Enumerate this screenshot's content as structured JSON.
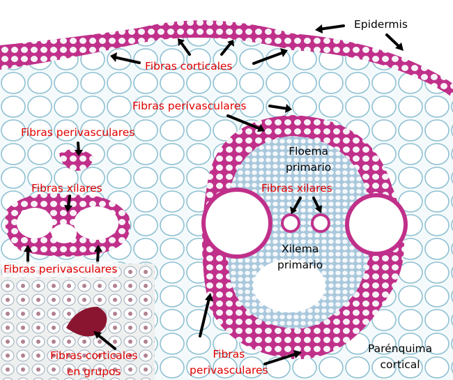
{
  "labels": {
    "epidermis": "Epidermis",
    "fibras_corticales": "Fibras corticales",
    "fibras_perivasculares_top": "Fibras perivasculares",
    "fibras_perivasculares_left": "Fibras perivasculares",
    "floema_line1": "Floema",
    "floema_line2": "primario",
    "fibras_xilares_left": "Fibras xilares",
    "fibras_xilares_right": "Fibras xilares",
    "fibras_perivasculares_bottom_left": "Fibras perivasculares",
    "xilema_line1": "Xilema",
    "xilema_line2": "primario",
    "corticales_grupos_line1": "Fibras corticales",
    "corticales_grupos_line2": "en grupos",
    "perivasculares_bottom_line1": "Fibras",
    "perivasculares_bottom_line2": "perivasculares",
    "parenquima_line1": "Parénquima",
    "parenquima_line2": "cortical"
  },
  "colors": {
    "label_red": "#e00000",
    "label_black": "#000000",
    "fiber_magenta": "#c0308a",
    "parenchyma_blue": "#9cc8d8"
  }
}
